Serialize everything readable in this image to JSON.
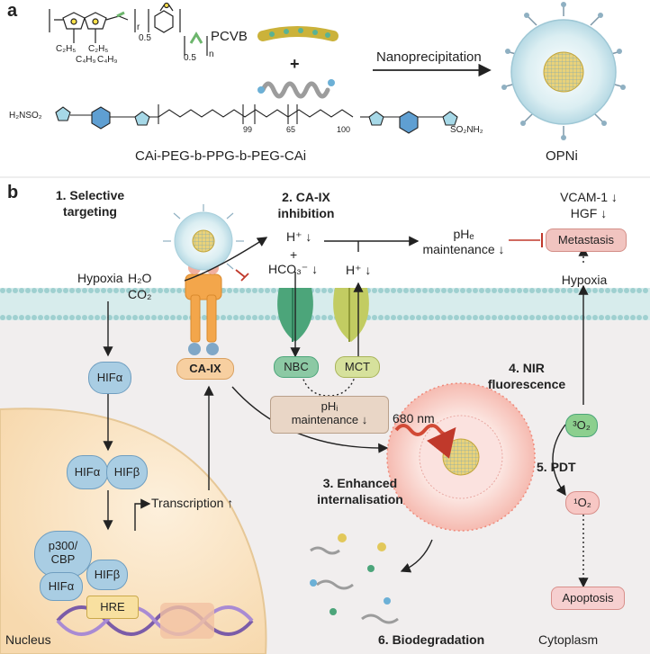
{
  "panel_a": {
    "label": "a",
    "polymer_name": "PCVB",
    "plus_sign": "+",
    "repeat_r": "r",
    "repeat_ratio_1": "0.5",
    "repeat_ratio_2": "0.5",
    "repeat_n": "n",
    "side_chain_top": "C₂H₅",
    "side_chain_mid": "C₄H₉",
    "side_chain_c2": "C₂H₅",
    "side_chain_c4": "C₄H₉",
    "block_99": "99",
    "block_65": "65",
    "block_100": "100",
    "copolymer_name": "CAi-PEG-b-PPG-b-PEG-CAi",
    "arrow_label": "Nanoprecipitation",
    "product_name": "OPNi",
    "left_end_group": "H₂NSO₂",
    "right_end_group": "SO₂NH₂"
  },
  "panel_b": {
    "label": "b",
    "step1_line1": "1. Selective",
    "step1_line2": "targeting",
    "step2_line1": "2. CA-IX",
    "step2_line2": "inhibition",
    "step3_line1": "3. Enhanced",
    "step3_line2": "internalisation",
    "step4_line1": "4. NIR",
    "step4_line2": "fluorescence",
    "step5": "5. PDT",
    "step6": "6. Biodegradation",
    "hypoxia_left": "Hypoxia",
    "hypoxia_right": "Hypoxia",
    "h2o": "H₂O",
    "co2": "CO₂",
    "h_plus_top": "H⁺ ↓",
    "plus": "+",
    "hco3": "HCO₃⁻ ↓",
    "h_plus_mct": "H⁺ ↓",
    "phe_line1": "pHₑ",
    "phe_line2": "maintenance ↓",
    "vcam": "VCAM-1 ↓",
    "hgf": "HGF ↓",
    "metastasis": "Metastasis",
    "caix": "CA-IX",
    "nbc": "NBC",
    "mct": "MCT",
    "phi_line1": "pHᵢ",
    "phi_line2": "maintenance ↓",
    "wavelength": "680 nm",
    "triplet_o2": "³O₂",
    "singlet_o2": "¹O₂",
    "apoptosis": "Apoptosis",
    "hif_alpha": "HIFα",
    "hif_alpha_2": "HIFα",
    "hif_beta": "HIFβ",
    "p300": "p300/",
    "cbp": "CBP",
    "hif_beta_complex": "HIFβ",
    "hif_alpha_complex": "HIFα",
    "hre": "HRE",
    "transcription": "Transcription ↑",
    "nucleus": "Nucleus",
    "cytoplasm": "Cytoplasm"
  },
  "colors": {
    "membrane": "#b8dcdc",
    "cytoplasm_bg": "#f1eeee",
    "nucleus_fill": "#fbe3c4",
    "hif_fill": "#a9cde3",
    "nbc_fill": "#8cc9a4",
    "mct_fill": "#d6e19c",
    "caix_fill": "#f3c089",
    "metastasis_fill": "#f1c4c0",
    "apoptosis_fill": "#f6cfcf",
    "o2_fill": "#8ccf8e",
    "singlet_fill": "#f7c7c4",
    "arrow_red": "#c0392b",
    "nanoparticle_glow": "#f7b7ac"
  }
}
